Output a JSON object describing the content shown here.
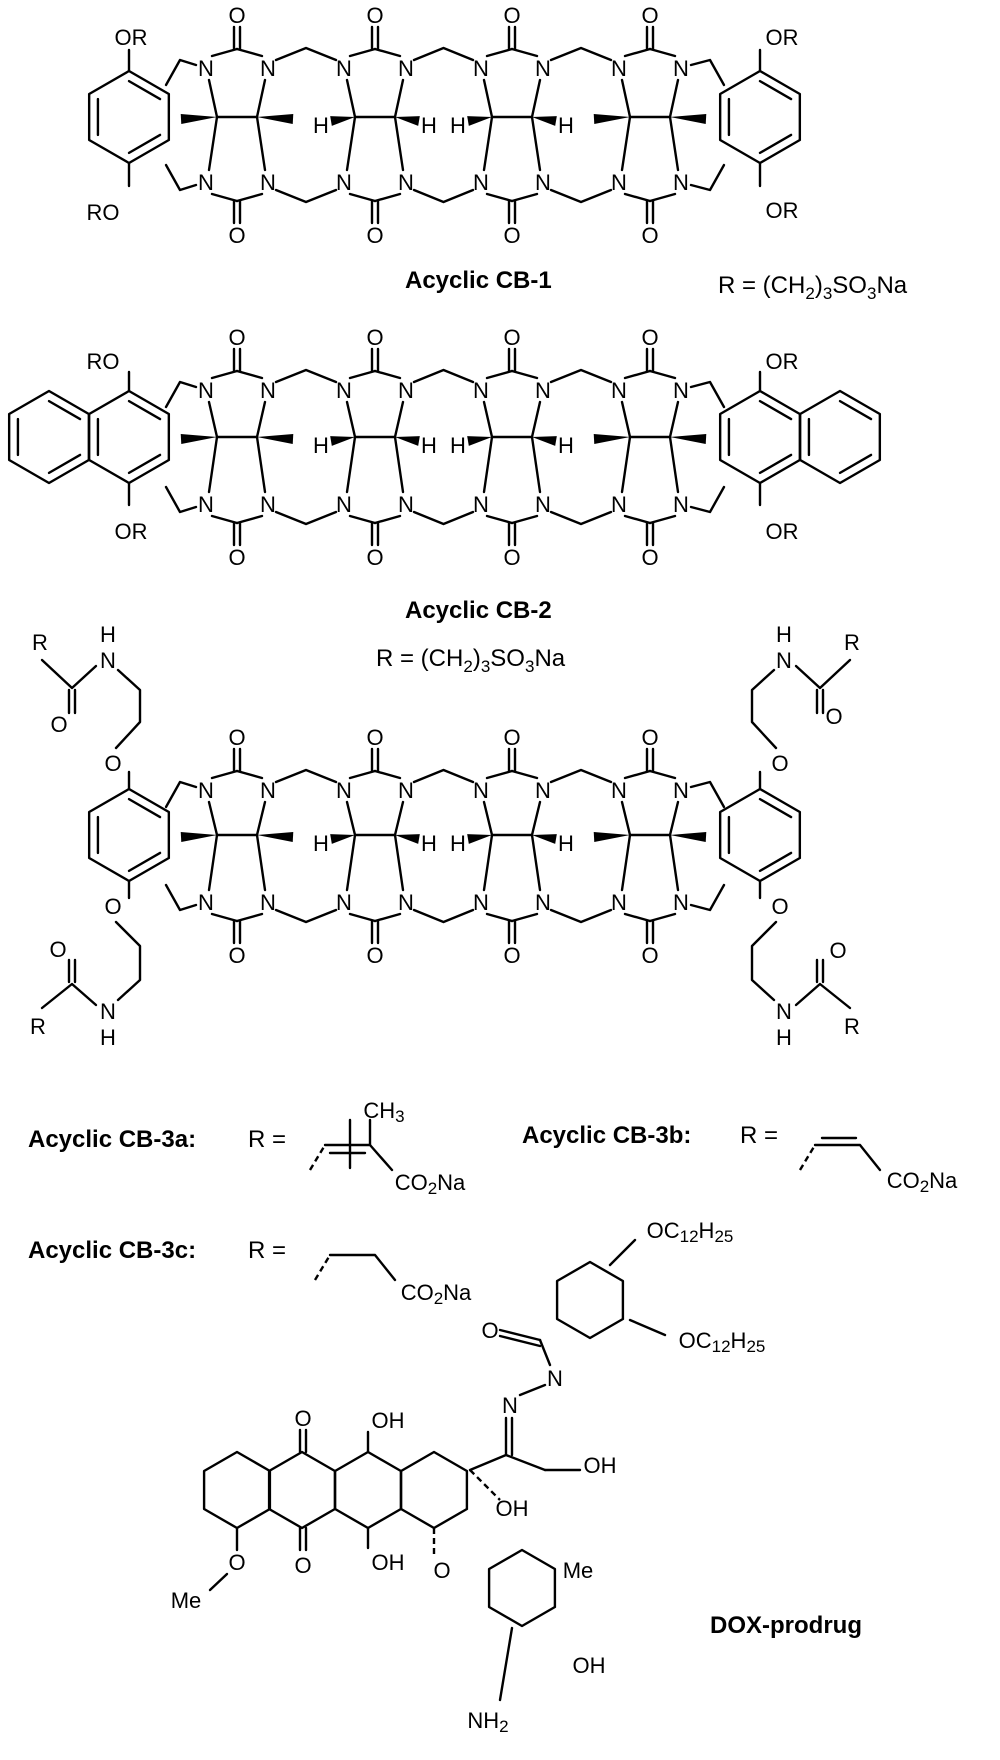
{
  "compounds": [
    {
      "name": "Acyclic CB-1",
      "r_definition": "R = (CH2)3SO3Na"
    },
    {
      "name": "Acyclic CB-2",
      "r_definition": "R = (CH2)3SO3Na"
    },
    {
      "name": "Acyclic CB-3a",
      "label": "Acyclic CB-3a:",
      "r_prefix": "R =",
      "substituent": "CH3 / CO2Na"
    },
    {
      "name": "Acyclic CB-3b",
      "label": "Acyclic CB-3b:",
      "r_prefix": "R =",
      "substituent": "CO2Na"
    },
    {
      "name": "Acyclic CB-3c",
      "label": "Acyclic CB-3c:",
      "r_prefix": "R =",
      "substituent": "CO2Na"
    },
    {
      "name": "DOX-prodrug"
    }
  ],
  "atom_labels": [
    "OR",
    "RO",
    "O",
    "N",
    "H",
    "R",
    "OH",
    "NH2",
    "Me",
    "OC12H25",
    "CH3",
    "CO2Na"
  ]
}
